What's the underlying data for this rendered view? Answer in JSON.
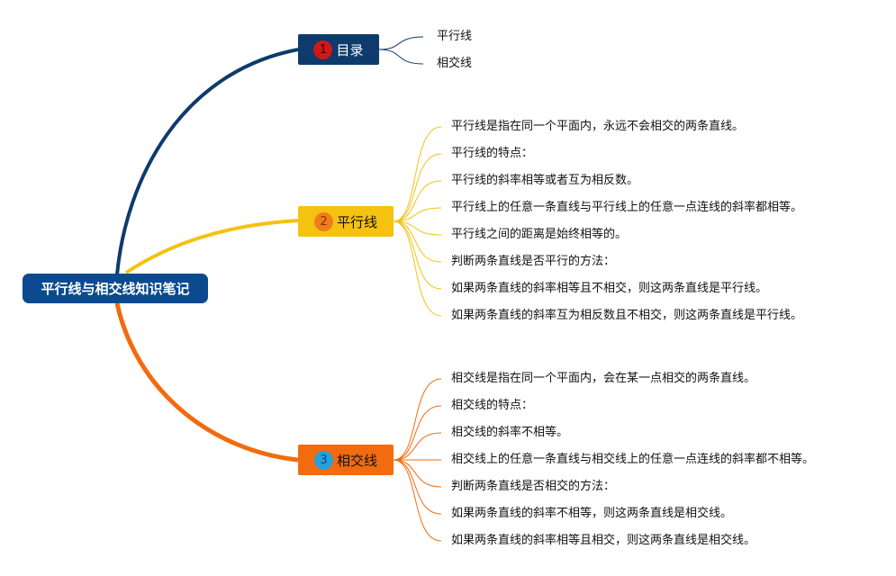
{
  "root": {
    "title": "平行线与相交线知识笔记"
  },
  "branches": [
    {
      "number": "1",
      "label": "目录",
      "colors": {
        "box": "#0d3b6b",
        "line": "#0d3b6b",
        "badge": "#d01818",
        "badge_text": "#3a0000"
      },
      "items": [
        "平行线",
        "相交线"
      ]
    },
    {
      "number": "2",
      "label": "平行线",
      "colors": {
        "box": "#f5c20f",
        "line": "#f5c20f",
        "badge": "#f07d1a",
        "badge_text": "#7a3300"
      },
      "items": [
        "平行线是指在同一个平面内，永远不会相交的两条直线。",
        "平行线的特点：",
        "平行线的斜率相等或者互为相反数。",
        "平行线上的任意一条直线与平行线上的任意一点连线的斜率都相等。",
        "平行线之间的距离是始终相等的。",
        "判断两条直线是否平行的方法：",
        "如果两条直线的斜率相等且不相交，则这两条直线是平行线。",
        "如果两条直线的斜率互为相反数且不相交，则这两条直线是平行线。"
      ]
    },
    {
      "number": "3",
      "label": "相交线",
      "colors": {
        "box": "#f26b0f",
        "line": "#f26b0f",
        "badge": "#2a9fd8",
        "badge_text": "#0a4a7a"
      },
      "items": [
        "相交线是指在同一个平面内，会在某一点相交的两条直线。",
        "相交线的特点：",
        "相交线的斜率不相等。",
        "相交线上的任意一条直线与相交线上的任意一点连线的斜率都不相等。",
        "判断两条直线是否相交的方法：",
        "如果两条直线的斜率不相等，则这两条直线是相交线。",
        "如果两条直线的斜率相等且相交，则这两条直线是相交线。"
      ]
    }
  ]
}
